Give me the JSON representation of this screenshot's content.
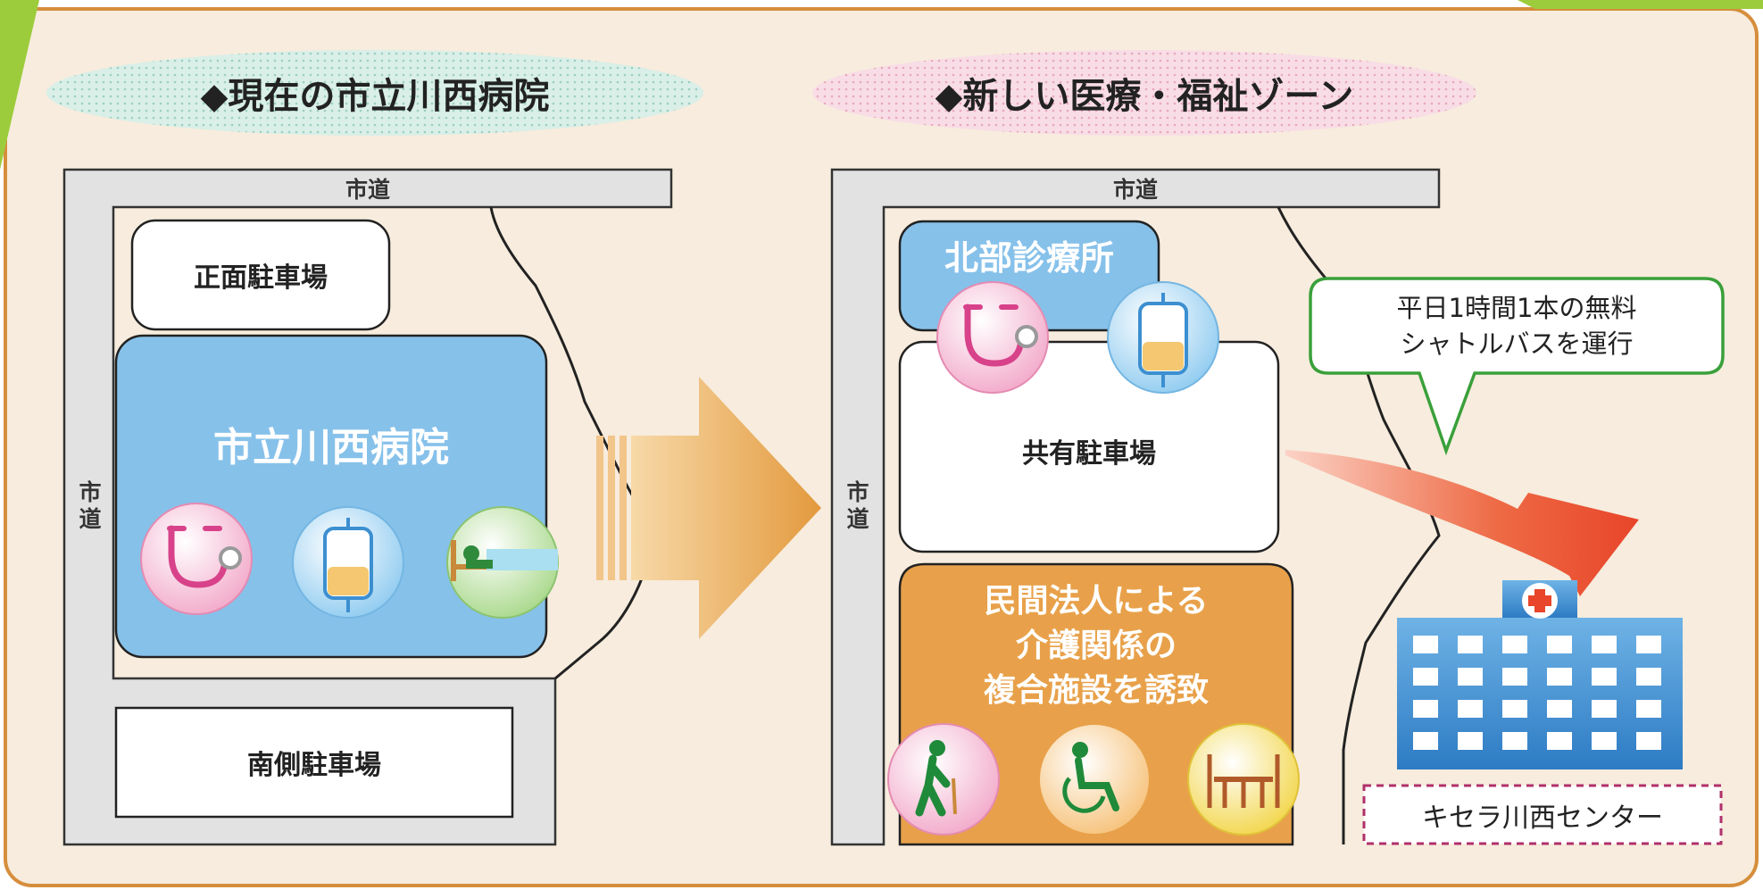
{
  "left_panel": {
    "title": "◆現在の市立川西病院",
    "road_top": "市道",
    "road_left": "市道",
    "front_parking": "正面駐車場",
    "hospital": "市立川西病院",
    "south_parking": "南側駐車場"
  },
  "right_panel": {
    "title": "◆新しい医療・福祉ゾーン",
    "road_top": "市道",
    "road_left": "市道",
    "clinic": "北部診療所",
    "shared_parking": "共有駐車場",
    "welfare_facility": [
      "民間法人による",
      "介護関係の",
      "複合施設を誘致"
    ],
    "bus_note": [
      "平日1時間1本の無料",
      "シャトルバスを運行"
    ],
    "destination": "キセラ川西センター"
  },
  "colors": {
    "background": "#f7ecdd",
    "frame": "#d68e3c",
    "hospital_blue": "#86c1ea",
    "welfare_orange": "#e8a14a",
    "callout_green": "#3aa03a",
    "red_arrow": "#e8452a",
    "corner_green": "#9ccc3c"
  },
  "icons": [
    "stethoscope-icon",
    "iv-drip-icon",
    "hospital-bed-icon",
    "elderly-walker-icon",
    "wheelchair-icon",
    "dining-table-icon",
    "hospital-building-icon"
  ]
}
